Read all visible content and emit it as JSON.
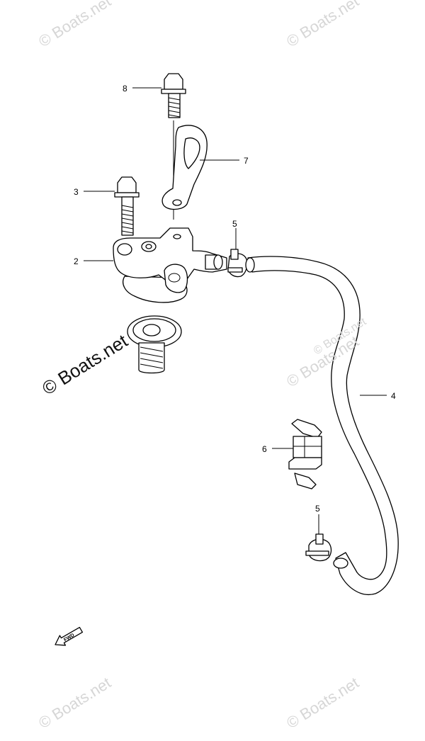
{
  "watermarks": {
    "top_left": "© Boats.net",
    "top_right": "© Boats.net",
    "middle_left": "© Boats.net",
    "middle_right": "© Boats.net",
    "right_hose": "© Boats.net",
    "bottom_left": "© Boats.net",
    "bottom_right": "© Boats.net"
  },
  "callouts": {
    "bolt_top": "8",
    "gasket_plate": "7",
    "bolt_left": "3",
    "clamp_upper": "5",
    "thermostat_cover": "2",
    "hose": "4",
    "hose_holder": "6",
    "clamp_lower": "5"
  },
  "fwd_label": "FWD"
}
